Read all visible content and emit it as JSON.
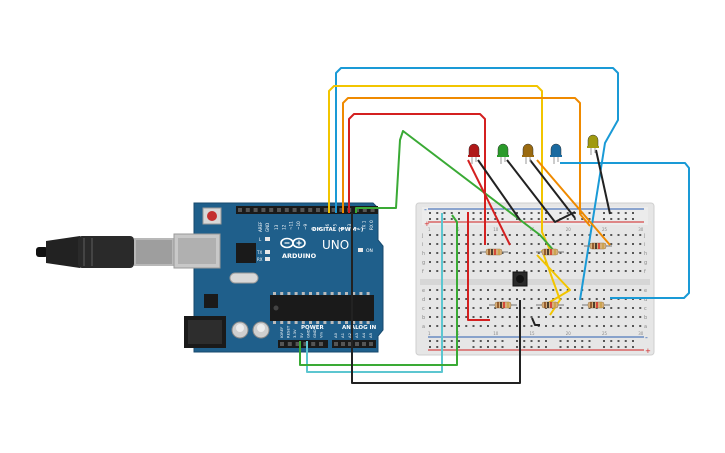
{
  "board": {
    "brand_name": "ARDUINO",
    "model_name": "UNO",
    "digital_header_label": "DIGITAL (PWM~)",
    "power_header_label": "POWER",
    "analog_header_label": "ANALOG IN",
    "aref_label": "AREF",
    "gnd_label": "GND",
    "on_led_label": "ON",
    "tx_label": "TX",
    "rx_label": "RX",
    "l_label": "L",
    "digital_pins": [
      "13",
      "12",
      "~11",
      "~10",
      "~9",
      "8",
      "7",
      "~6",
      "~5",
      "4",
      "~3",
      "2",
      "TX 1",
      "RX 0"
    ],
    "power_pins": [
      "IOREF",
      "RESET",
      "3.3V",
      "5V",
      "GND",
      "GND",
      "Vin"
    ],
    "analog_pins": [
      "A0",
      "A1",
      "A2",
      "A3",
      "A4",
      "A5"
    ]
  },
  "breadboard": {
    "rail_plus": "+",
    "rail_minus": "-",
    "row_letters_top": [
      "j",
      "i",
      "h",
      "g",
      "f"
    ],
    "row_letters_bottom": [
      "e",
      "d",
      "c",
      "b",
      "a"
    ],
    "column_numbers": [
      "1",
      "5",
      "10",
      "15",
      "20",
      "25",
      "30"
    ]
  },
  "colors": {
    "board_blue": "#1f5f8b",
    "breadboard": "#e9e9e9",
    "wire_yellow": "#f2c500",
    "wire_orange": "#ef8a00",
    "wire_red": "#d42020",
    "wire_green": "#3aaa35",
    "wire_blue": "#1a9ad6",
    "wire_cyan": "#5cc6d0",
    "wire_black": "#222222",
    "led_red": "#b01818",
    "led_green": "#2a9a2a",
    "led_brown": "#9a6a10",
    "led_blue": "#1a6aa0",
    "led_olive": "#a09a10"
  },
  "icons": [
    "usb-plug-icon",
    "arduino-logo-icon"
  ]
}
